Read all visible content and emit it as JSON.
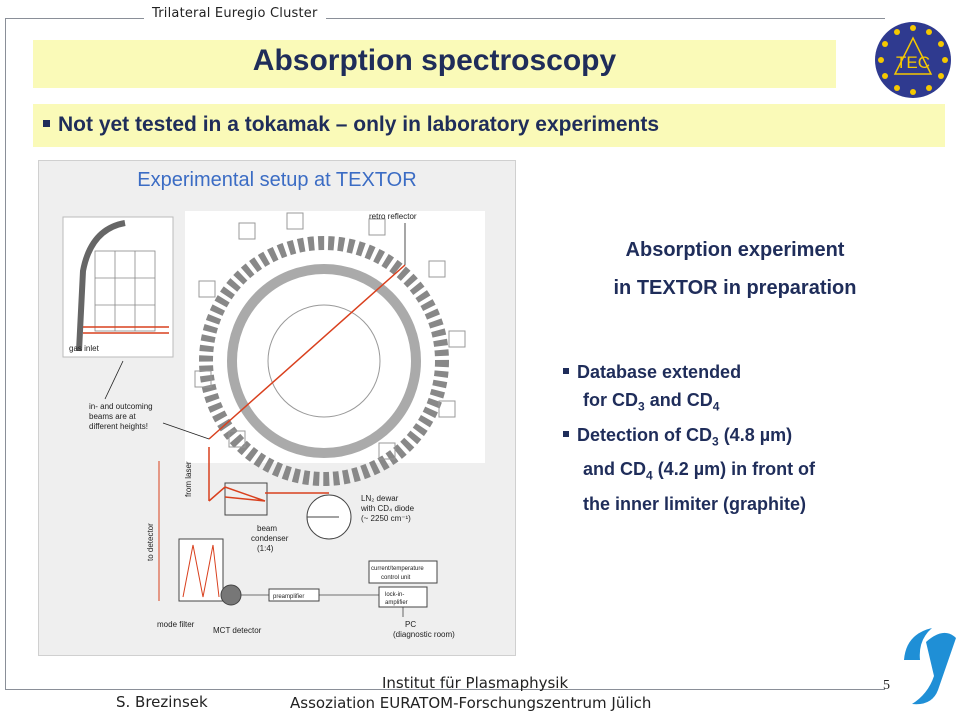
{
  "header": {
    "cluster_label": "Trilateral Euregio Cluster",
    "title": "Absorption spectroscopy",
    "logo_text": "TEC"
  },
  "main_bullet": "Not yet tested in a tokamak – only in laboratory experiments",
  "figure": {
    "title": "Experimental setup at TEXTOR",
    "labels": {
      "retro_reflector": "retro reflector",
      "gas_inlet": "gas inlet",
      "in_out_beams": [
        "in- and outcoming",
        "beams are at",
        "different heights!"
      ],
      "from_laser": "from laser",
      "to_detector": "to detector",
      "beam_condenser": [
        "beam",
        "condenser",
        "(1:4)"
      ],
      "ln2_dewar": [
        "LN₂ dewar",
        "with CD₄ diode",
        "(~ 2250 cm⁻¹)"
      ],
      "control_unit": [
        "current/temperature",
        "control unit"
      ],
      "lockin": [
        "lock-in-",
        "amplifier"
      ],
      "preamplifier": "preamplifier",
      "mode_filter": "mode filter",
      "mct_detector": "MCT detector",
      "pc": [
        "PC",
        "(diagnostic room)"
      ]
    }
  },
  "right_panel": {
    "heading_line1": "Absorption experiment",
    "heading_line2": "in TEXTOR in preparation",
    "bullet1_line1": "Database extended",
    "bullet1_line2_pre": "for CD",
    "bullet1_sub1": "3",
    "bullet1_mid": " and CD",
    "bullet1_sub2": "4",
    "bullet2_pre": "Detection of CD",
    "bullet2_sub": "3",
    "bullet2_post": " (4.8 µm)",
    "bullet2_line2_pre": "and CD",
    "bullet2_line2_sub": "4",
    "bullet2_line2_post": " (4.2 µm) in front of",
    "bullet2_line3": "the inner limiter (graphite)"
  },
  "footer": {
    "author": "S. Brezinsek",
    "institute_line1": "Institut für Plasmaphysik",
    "institute_line2": "Assoziation EURATOM-Forschungszentrum Jülich",
    "page_number": "5"
  },
  "colors": {
    "highlight_bar": "#fafab8",
    "title_text": "#1f2d5a",
    "figure_title": "#3b6cc4",
    "laser_beam": "#d9401e",
    "logo_blue": "#2f3a8f",
    "logo_star": "#f5c800",
    "corner_logo": "#1f8fd6"
  }
}
